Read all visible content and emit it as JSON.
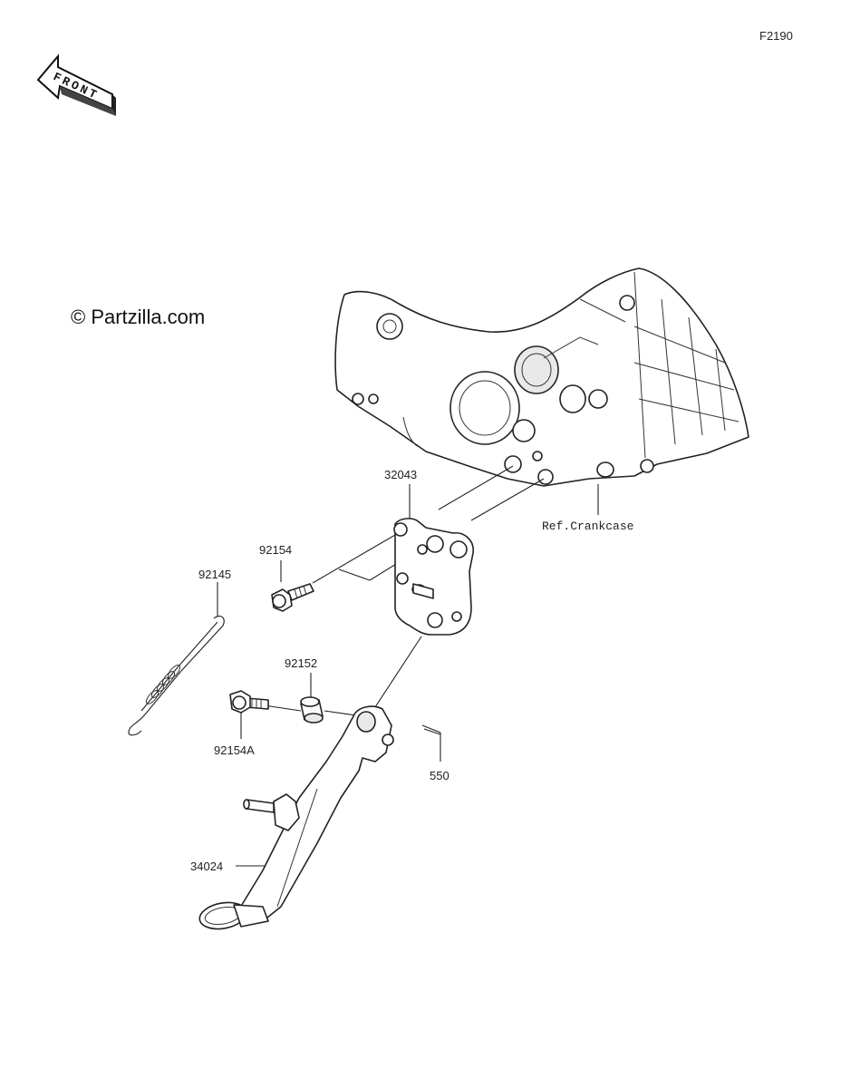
{
  "diagram_code": "F2190",
  "copyright": "© Partzilla.com",
  "front_arrow_text": "FRONT",
  "reference_label": "Ref.Crankcase",
  "parts": {
    "bracket": "32043",
    "bolt_upper": "92154",
    "spring": "92145",
    "collar": "92152",
    "bolt_lower": "92154A",
    "pin": "550",
    "side_stand": "34024"
  }
}
